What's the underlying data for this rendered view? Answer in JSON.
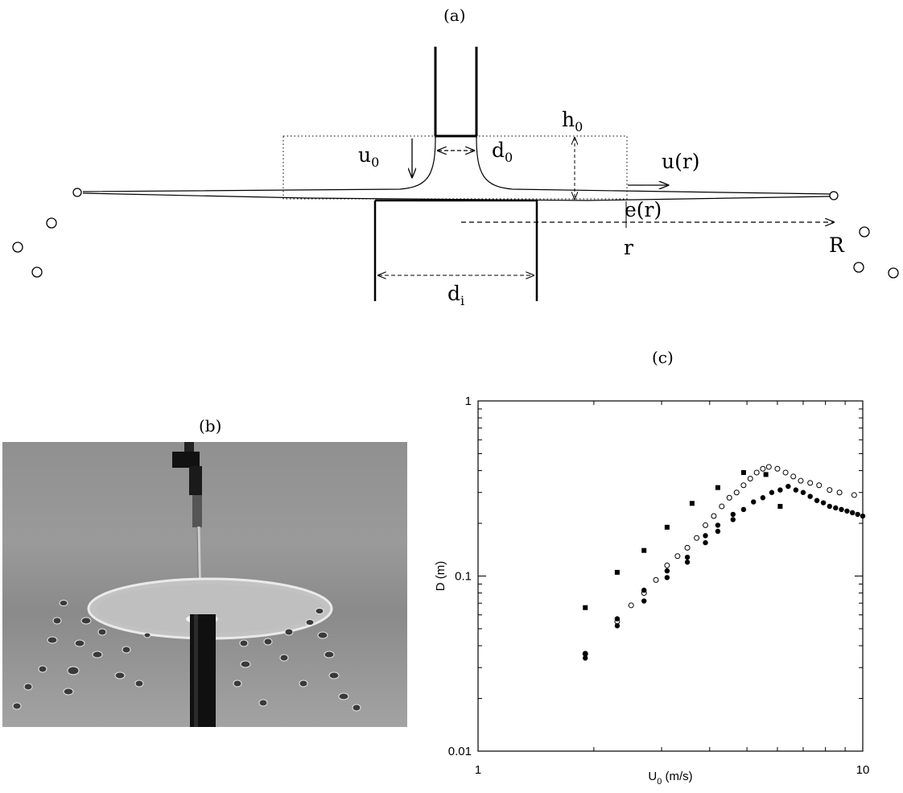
{
  "figure": {
    "panels": {
      "a": {
        "label": "(a)",
        "symbols": {
          "h0": {
            "main": "h",
            "sub": "0"
          },
          "u0": {
            "main": "u",
            "sub": "0"
          },
          "d0": {
            "main": "d",
            "sub": "0"
          },
          "ur": "u(r)",
          "er": "e(r)",
          "r": "r",
          "R": "R",
          "di": {
            "main": "d",
            "sub": "i"
          }
        }
      },
      "b": {
        "label": "(b)"
      },
      "c": {
        "label": "(c)"
      }
    }
  },
  "chart_data": {
    "type": "scatter",
    "title": "",
    "xlabel": "U",
    "xlabel_sub": "0",
    "xlabel_unit": "(m/s)",
    "ylabel": "D (m)",
    "xscale": "log",
    "yscale": "log",
    "xlim": [
      1,
      10
    ],
    "ylim": [
      0.01,
      1
    ],
    "x_ticks": [
      {
        "value": 1,
        "label": "1"
      },
      {
        "value": 10,
        "label": "10"
      }
    ],
    "y_ticks": [
      {
        "value": 0.01,
        "label": "0.01"
      },
      {
        "value": 0.1,
        "label": "0.1"
      },
      {
        "value": 1,
        "label": "1"
      }
    ],
    "grid": false,
    "legend": "none",
    "series": [
      {
        "marker": "filled-square",
        "color": "#000000",
        "x": [
          1.9,
          2.3,
          2.7,
          3.1,
          3.6,
          4.2,
          4.9,
          5.6,
          6.1
        ],
        "y": [
          0.066,
          0.105,
          0.14,
          0.19,
          0.26,
          0.32,
          0.39,
          0.38,
          0.25
        ]
      },
      {
        "marker": "open-circle",
        "color": "#000000",
        "x": [
          1.9,
          2.3,
          2.5,
          2.7,
          2.9,
          3.1,
          3.3,
          3.5,
          3.7,
          3.9,
          4.1,
          4.3,
          4.5,
          4.7,
          4.9,
          5.1,
          5.3,
          5.5,
          5.7,
          6.0,
          6.3,
          6.6,
          6.9,
          7.3,
          7.7,
          8.2,
          8.7,
          9.5
        ],
        "y": [
          0.036,
          0.055,
          0.068,
          0.08,
          0.095,
          0.115,
          0.13,
          0.145,
          0.165,
          0.195,
          0.22,
          0.25,
          0.28,
          0.3,
          0.33,
          0.36,
          0.39,
          0.41,
          0.42,
          0.41,
          0.39,
          0.37,
          0.35,
          0.34,
          0.33,
          0.31,
          0.3,
          0.29
        ]
      },
      {
        "marker": "filled-circle",
        "color": "#000000",
        "x": [
          1.9,
          1.9,
          2.3,
          2.3,
          2.7,
          2.7,
          3.1,
          3.1,
          3.5,
          3.5,
          3.9,
          3.9,
          4.2,
          4.2,
          4.6,
          4.6,
          4.9,
          5.2,
          5.5,
          5.8,
          6.1,
          6.4,
          6.7,
          7.0,
          7.3,
          7.6,
          7.9,
          8.2,
          8.5,
          8.8,
          9.1,
          9.4,
          9.7,
          10.0
        ],
        "y": [
          0.034,
          0.036,
          0.052,
          0.057,
          0.072,
          0.083,
          0.098,
          0.107,
          0.12,
          0.128,
          0.155,
          0.17,
          0.18,
          0.195,
          0.21,
          0.225,
          0.24,
          0.265,
          0.28,
          0.3,
          0.31,
          0.325,
          0.31,
          0.3,
          0.285,
          0.27,
          0.262,
          0.25,
          0.245,
          0.24,
          0.235,
          0.23,
          0.225,
          0.22
        ]
      }
    ]
  }
}
